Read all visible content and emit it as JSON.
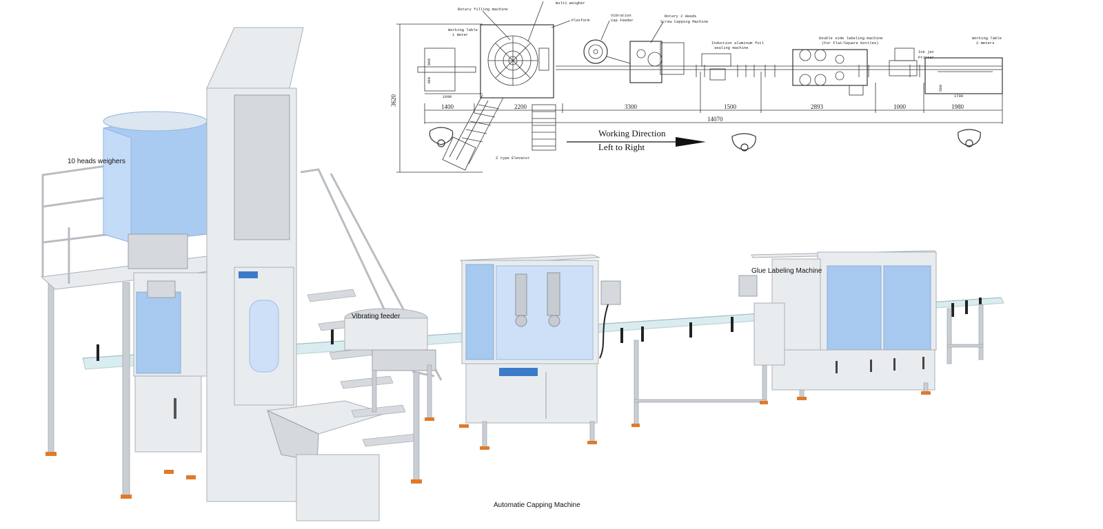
{
  "layout_plan": {
    "components": {
      "rotary_filling": "Rotary filling machine",
      "multi_weigher": "multi weigher",
      "platform": "Platform",
      "working_table_1": [
        "Working Table",
        "1 meter"
      ],
      "vibration_cap_feeder": [
        "Vibration",
        "Cap Feeder"
      ],
      "screw_capping": [
        "Rotary 2 Heads",
        "Screw Capping Machine"
      ],
      "induction_sealing": [
        "Induction aluminum foil",
        "sealing machine"
      ],
      "double_labeling": [
        "Double side labeling machine",
        "(For Flat/Square bottles)"
      ],
      "ink_jet": [
        "Ink jet",
        "Printer"
      ],
      "working_table_2": [
        "Working Table",
        "2 meters"
      ],
      "z_elevator": "Z type Elevator"
    },
    "dimensions": {
      "overall_width": "14070",
      "overall_height": "3620",
      "table_inner": "1000",
      "table_v1": "600",
      "table_v2": "400",
      "seg_1": "1400",
      "seg_2": "2200",
      "seg_3": "3300",
      "seg_4": "1500",
      "seg_5": "2893",
      "seg_6": "1000",
      "seg_7": "1980",
      "end_table_w": "1700",
      "end_table_h": "500"
    },
    "direction": [
      "Working Direction",
      "Left to Right"
    ]
  },
  "machine_labels": {
    "weigher": "10 heads weighers",
    "feeder": "Vibrating feeder",
    "capping": "Automatie Capping Machine",
    "labeling": "Glue Labeling Machine"
  },
  "colors": {
    "steel": "#e9ecef",
    "glass_blue": "#9cc3ef",
    "foot_orange": "#e07a2a"
  }
}
